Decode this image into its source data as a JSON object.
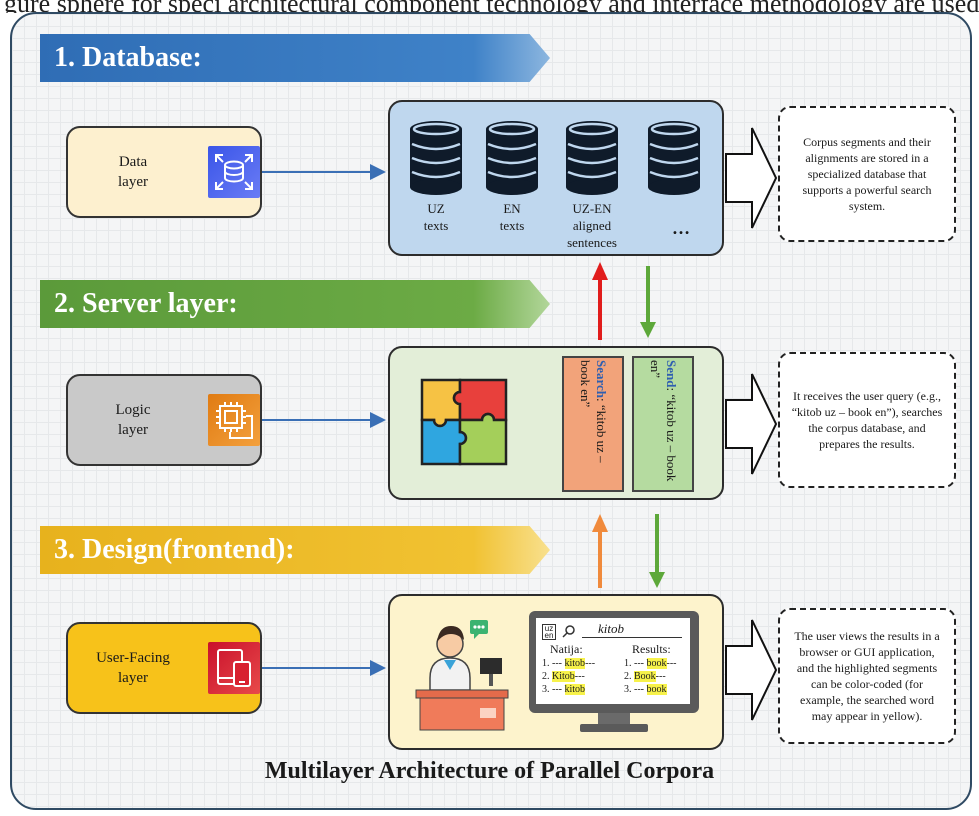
{
  "top_strip_text": "gure sphere for speci architectural component technology and interface methodology are used in our study.",
  "sections": [
    {
      "banner": "1. Database:"
    },
    {
      "banner": "2. Server layer:"
    },
    {
      "banner": "3. Design(frontend):"
    }
  ],
  "layers": [
    {
      "label": "Data\nlayer",
      "icon": "database-icon",
      "color": "#4a60ee"
    },
    {
      "label": "Logic\nlayer",
      "icon": "cpu-chip-icon",
      "color": "#e9891f"
    },
    {
      "label": "User-Facing\nlayer",
      "icon": "devices-icon",
      "color": "#d8212f"
    }
  ],
  "database_panel": {
    "items": [
      {
        "label": "UZ\ntexts"
      },
      {
        "label": "EN\ntexts"
      },
      {
        "label": "UZ-EN\naligned\nsentences"
      }
    ],
    "ellipsis": "…"
  },
  "server_panel": {
    "search_keyword": "Search",
    "search_text": ": “kitob uz – book en”",
    "send_keyword": "Send",
    "send_text": ": “kitob uz – book en”"
  },
  "frontend_panel": {
    "lang_tag": "uz en",
    "query": "kitob",
    "left_header": "Natija:",
    "right_header": "Results:",
    "left_rows": [
      {
        "num": "1. --- ",
        "word": "kitob",
        "tail": "---"
      },
      {
        "num": "2. ",
        "word": "Kitob",
        "tail": "---"
      },
      {
        "num": "3. --- ",
        "word": "kitob",
        "tail": ""
      }
    ],
    "right_rows": [
      {
        "num": "1. --- ",
        "word": "book",
        "tail": "---"
      },
      {
        "num": "2. ",
        "word": "Book",
        "tail": "---"
      },
      {
        "num": "3. --- ",
        "word": "book",
        "tail": ""
      }
    ]
  },
  "notes": [
    "Corpus segments and their alignments are stored in a specialized database that supports a powerful search system.",
    "It receives the user query (e.g., “kitob uz – book en”), searches the corpus database, and prepares the results.",
    "The user views the results in a browser or GUI application, and the highlighted segments can be color-coded (for example, the searched word may appear in yellow)."
  ],
  "colors": {
    "database_banner": "#3a7bc4",
    "server_banner": "#65a540",
    "frontend_banner": "#edba28",
    "up_arrow_1": "#e11c1c",
    "down_arrow": "#5da83a",
    "up_arrow_2": "#f08a3c",
    "highlight": "#f7f24a"
  },
  "title": "Multilayer Architecture of Parallel Corpora"
}
